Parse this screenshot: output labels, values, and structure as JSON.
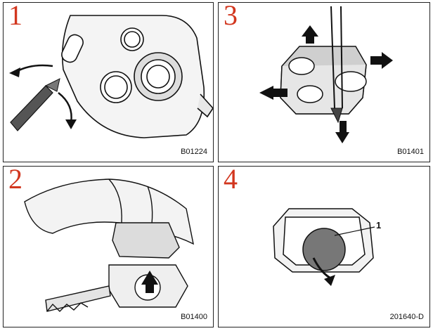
{
  "panels": [
    {
      "step": "1",
      "code": "B01224"
    },
    {
      "step": "3",
      "code": "B01401"
    },
    {
      "step": "2",
      "code": "B01400"
    },
    {
      "step": "4",
      "code": "201640-D",
      "callout": "1"
    }
  ]
}
